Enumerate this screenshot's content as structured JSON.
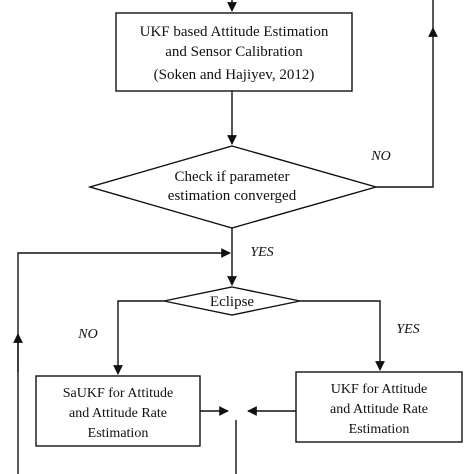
{
  "nodes": {
    "ukf_calibration": {
      "line1": "UKF based Attitude Estimation",
      "line2": "and Sensor Calibration",
      "line3": "(Soken and Hajiyev, 2012)"
    },
    "check_convergence": {
      "line1": "Check if parameter",
      "line2": "estimation converged"
    },
    "eclipse": {
      "label": "Eclipse"
    },
    "saukf": {
      "line1": "SaUKF for Attitude",
      "line2": "and Attitude Rate",
      "line3": "Estimation"
    },
    "ukf_rate": {
      "line1": "UKF for Attitude",
      "line2": "and Attitude Rate",
      "line3": "Estimation"
    }
  },
  "edges": {
    "check_no": "NO",
    "check_yes": "YES",
    "eclipse_no": "NO",
    "eclipse_yes": "YES"
  }
}
